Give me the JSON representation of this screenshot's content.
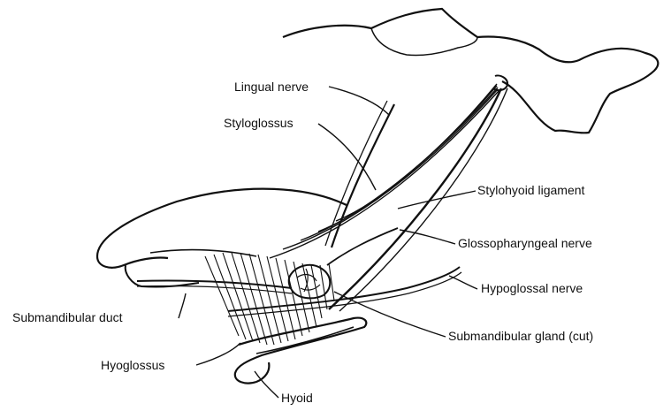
{
  "labels": {
    "lingual_nerve": "Lingual nerve",
    "styloglossus": "Styloglossus",
    "stylohyoid_ligament": "Stylohyoid ligament",
    "glossopharyngeal_nerve": "Glossopharyngeal nerve",
    "hypoglossal_nerve": "Hypoglossal nerve",
    "submandibular_duct": "Submandibular duct",
    "submandibular_gland": "Submandibular gland (cut)",
    "hyoglossus": "Hyoglossus",
    "hyoid": "Hyoid"
  },
  "colors": {
    "ink": "#111111",
    "background": "#ffffff"
  }
}
